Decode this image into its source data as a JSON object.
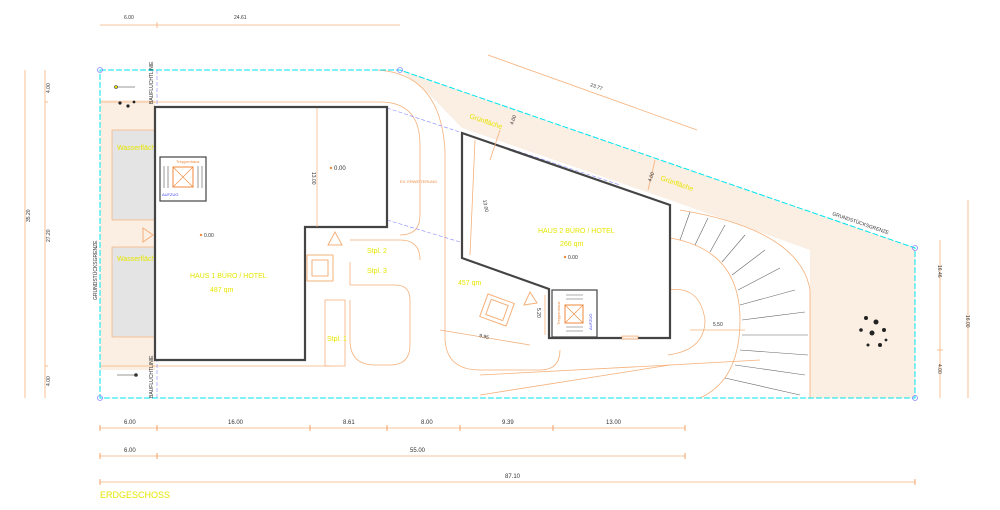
{
  "title": "ERDGESCHOSS",
  "colors": {
    "boundary": "#00e5ee",
    "dimension": "#f5b07a",
    "label": "#e6e600",
    "wall": "#444444",
    "water": "#e4e4e4",
    "green": "#fbeee2"
  },
  "buildings": [
    {
      "name": "HAUS 1   BÜRO / HOTEL",
      "area": "487 qm",
      "level": "0.00",
      "level2": "0.00",
      "stair": "Treppenhaus",
      "lift": "AUFZUG"
    },
    {
      "name": "HAUS 2   BÜRO / HOTEL",
      "area": "266 qm",
      "level": "0.00",
      "stair": "Treppenhaus",
      "lift": "AUFZUG"
    }
  ],
  "labels": {
    "water1": "Wasserfläche",
    "water2": "Wasserfläche",
    "green1": "Grünfläche",
    "green2": "Grünfläche",
    "plot_boundary_left": "GRUNDSTÜCKSGRENZE",
    "plot_boundary_right": "GRUNDSTÜCKSGRENZE",
    "building_line_top": "BAUFLUCHTLINIE",
    "building_line_bottom": "BAUFLUCHTLINIE",
    "extension": "EV. ERWEITERUNG",
    "courtyard_area": "457 qm",
    "parking1": "Stpl. 1",
    "parking2": "Stpl. 2",
    "parking3": "Stpl. 3"
  },
  "dimensions": {
    "top": [
      "6.00",
      "24.61"
    ],
    "diagonal": "23.77",
    "left_outer": "35.20",
    "left_inner": "27.20",
    "left_top": "4.00",
    "left_bottom": "4.00",
    "right_outer": "16.00",
    "right_inner": "16.46",
    "right_bottom": "4.00",
    "h1_depth": "13.00",
    "h2_depth": "13.00",
    "h2_setback1": "4.00",
    "h2_setback2": "4.00",
    "ramp": "5.50",
    "court": "9.95",
    "stair2": "5.20",
    "row1": [
      "6.00",
      "16.00",
      "8.61",
      "8.00",
      "9.39",
      "13.00"
    ],
    "row2": [
      "6.00",
      "55.00"
    ],
    "row3": [
      "87.10"
    ]
  }
}
